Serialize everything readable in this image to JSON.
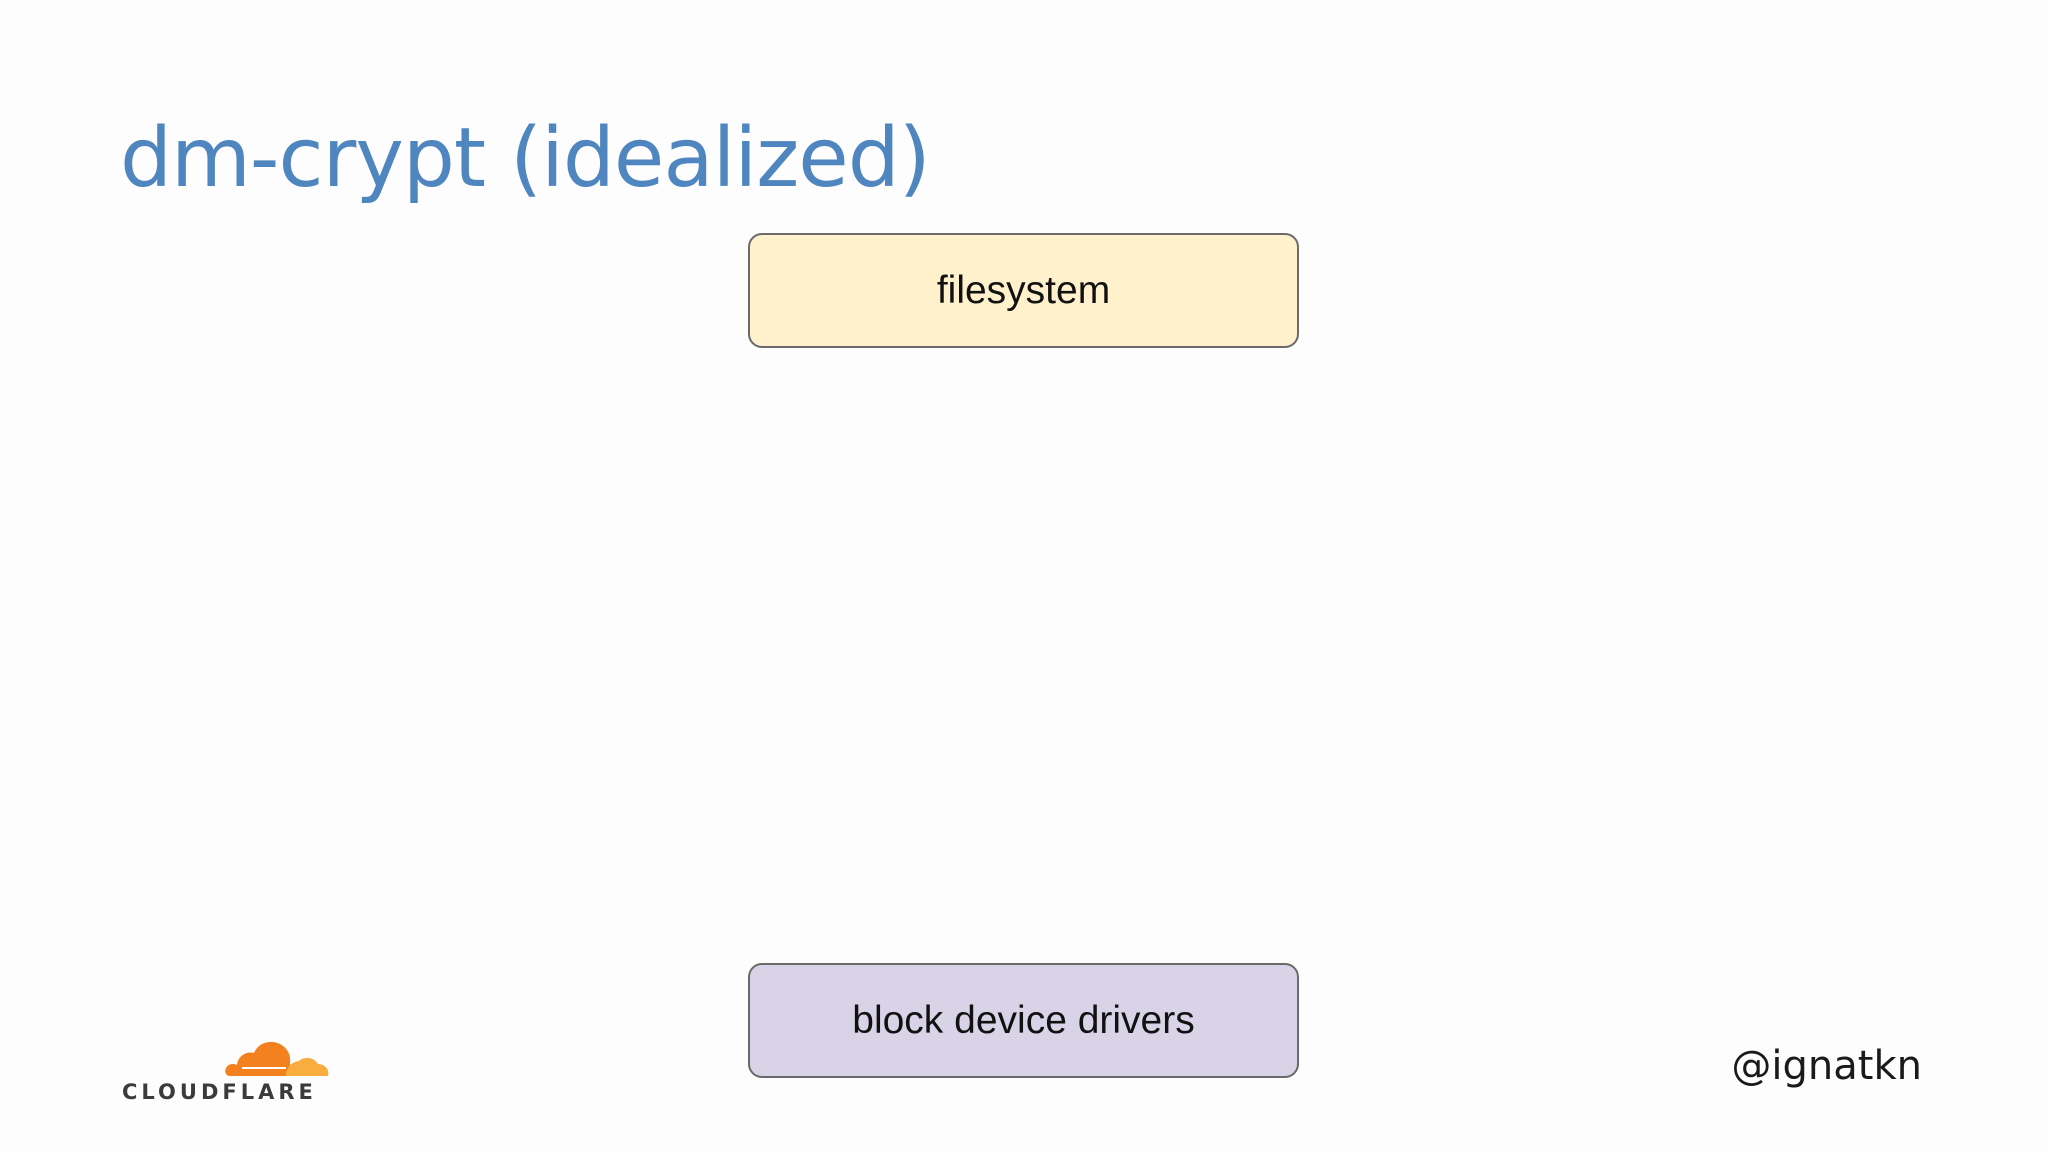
{
  "slide": {
    "title": "dm-crypt (idealized)",
    "handle": "@ignatkn",
    "logo_text": "CLOUDFLARE",
    "logo_icon": "cloud-logo-icon"
  },
  "diagram": {
    "top_layer": {
      "label": "filesystem",
      "fill": "#fff1cc"
    },
    "bottom_layer": {
      "label": "block device drivers",
      "fill": "#d9d3e8"
    }
  },
  "colors": {
    "title": "#4f86bf",
    "logo_orange": "#f48120",
    "logo_light_orange": "#faad3f",
    "box_border": "#6a6a6a"
  }
}
